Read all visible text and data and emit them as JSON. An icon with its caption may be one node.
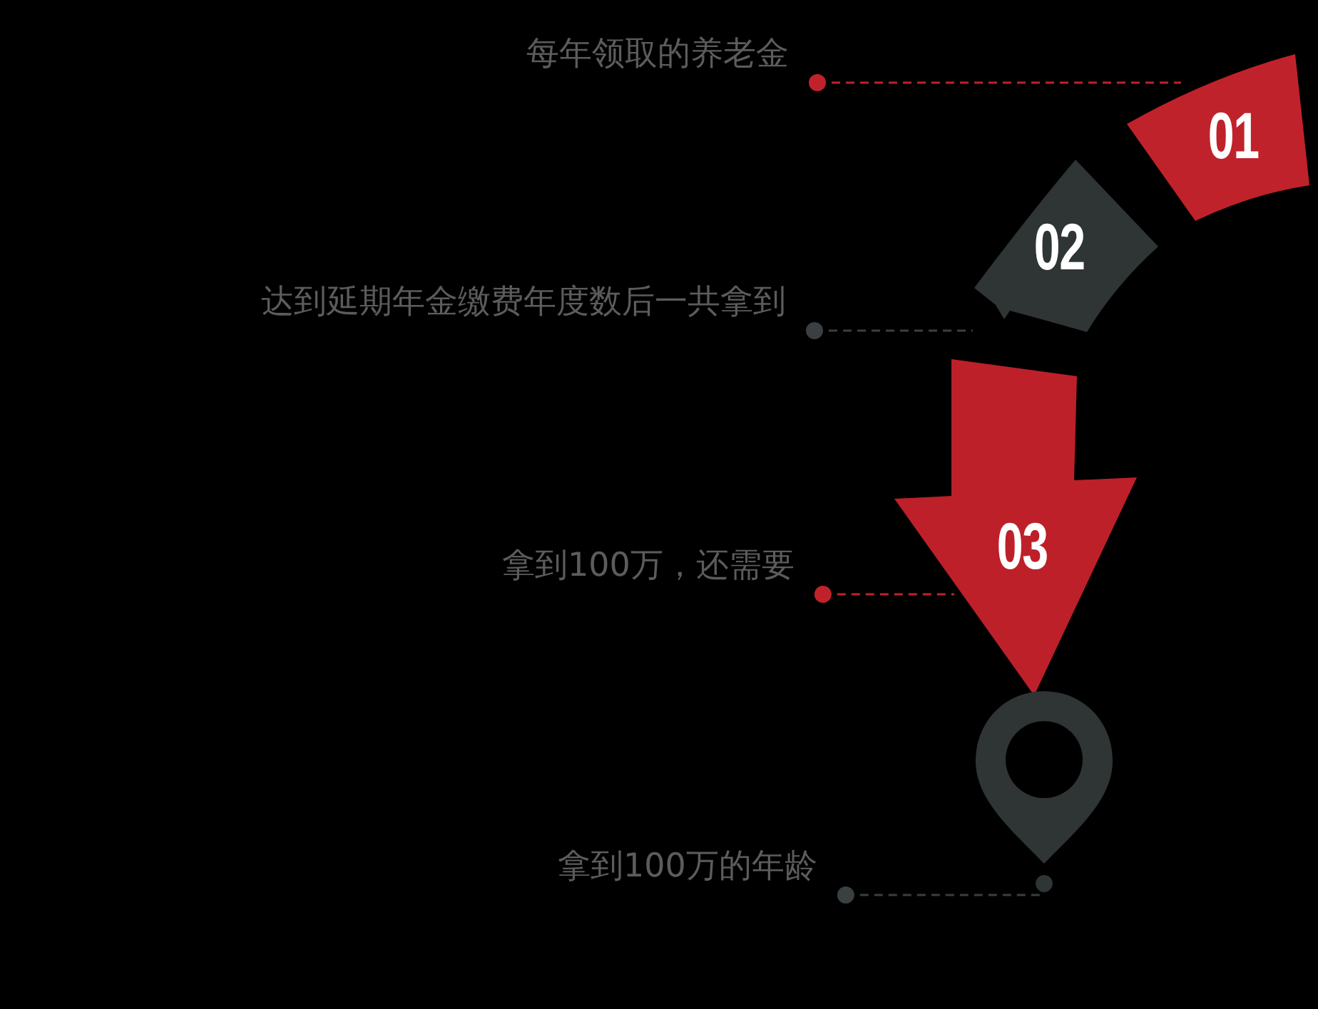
{
  "diagram": {
    "nodes": [
      {
        "text": [
          "每年领取的养老金"
        ]
      },
      {
        "text": [
          "达到延期年金缴费年度数后一共拿到"
        ]
      },
      {
        "text": [
          "拿到100万，还需要"
        ]
      },
      {
        "text": [
          "拿到100万的年龄"
        ]
      },
      {
        "text": [
          "01"
        ]
      },
      {
        "text": [
          "02"
        ]
      },
      {
        "text": [
          "03"
        ]
      },
      {
        "text": [],
        "shape": "pin"
      }
    ],
    "edges": [
      {
        "from": 0,
        "to": 4,
        "arrow": "other",
        "style": "dashed",
        "color": "#c0222b"
      },
      {
        "from": 1,
        "to": 5,
        "arrow": "other",
        "style": "dashed",
        "color": "#3a3f41"
      },
      {
        "from": 2,
        "to": 6,
        "arrow": "other",
        "style": "dashed",
        "color": "#c0222b"
      },
      {
        "from": 3,
        "to": 7,
        "arrow": "other",
        "style": "dashed",
        "color": "#3a3f41"
      }
    ]
  }
}
